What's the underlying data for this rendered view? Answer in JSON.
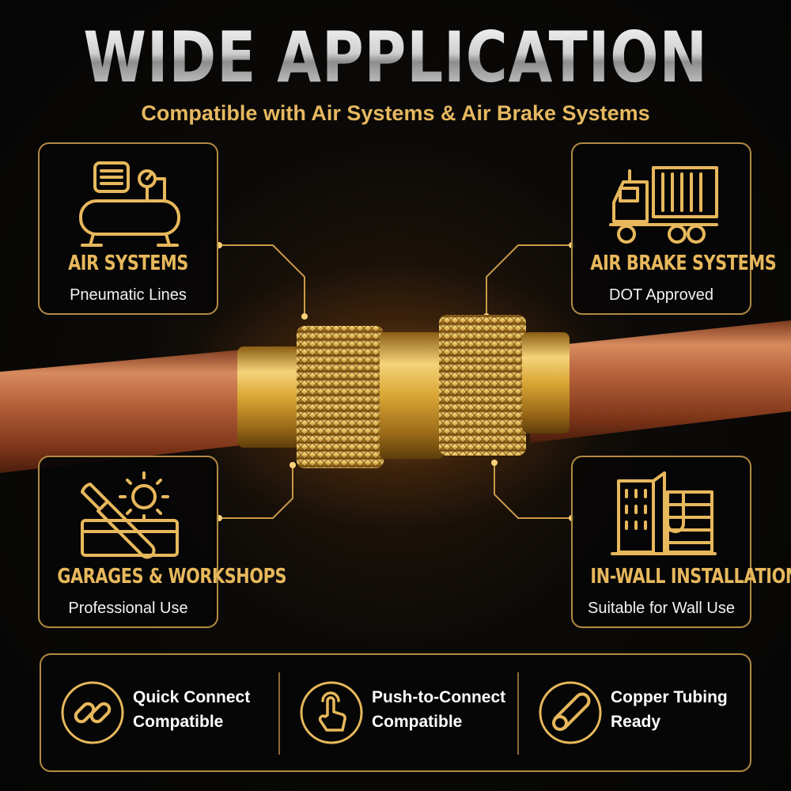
{
  "title": "WIDE APPLICATION",
  "subtitle": "Compatible with Air Systems & Air Brake Systems",
  "cards": [
    {
      "title": "AIR SYSTEMS",
      "subtitle": "Pneumatic Lines",
      "icon": "air-compressor-icon"
    },
    {
      "title": "AIR BRAKE SYSTEMS",
      "subtitle": "DOT Approved",
      "icon": "truck-icon"
    },
    {
      "title": "GARAGES & WORKSHOPS",
      "subtitle": "Professional Use",
      "icon": "toolbox-icon"
    },
    {
      "title": "IN-WALL INSTALLATION",
      "subtitle": "Suitable for Wall Use",
      "icon": "building-icon"
    }
  ],
  "features": [
    {
      "line1": "Quick Connect",
      "line2": "Compatible",
      "icon": "chain-link-icon"
    },
    {
      "line1": "Push-to-Connect",
      "line2": "Compatible",
      "icon": "finger-push-icon"
    },
    {
      "line1": "Copper Tubing",
      "line2": "Ready",
      "icon": "tube-icon"
    }
  ],
  "colors": {
    "accent": "#e7b85c",
    "border": "#b38a43",
    "background": "#050505",
    "copper": "#b5603a",
    "brass": "#d9a634"
  }
}
